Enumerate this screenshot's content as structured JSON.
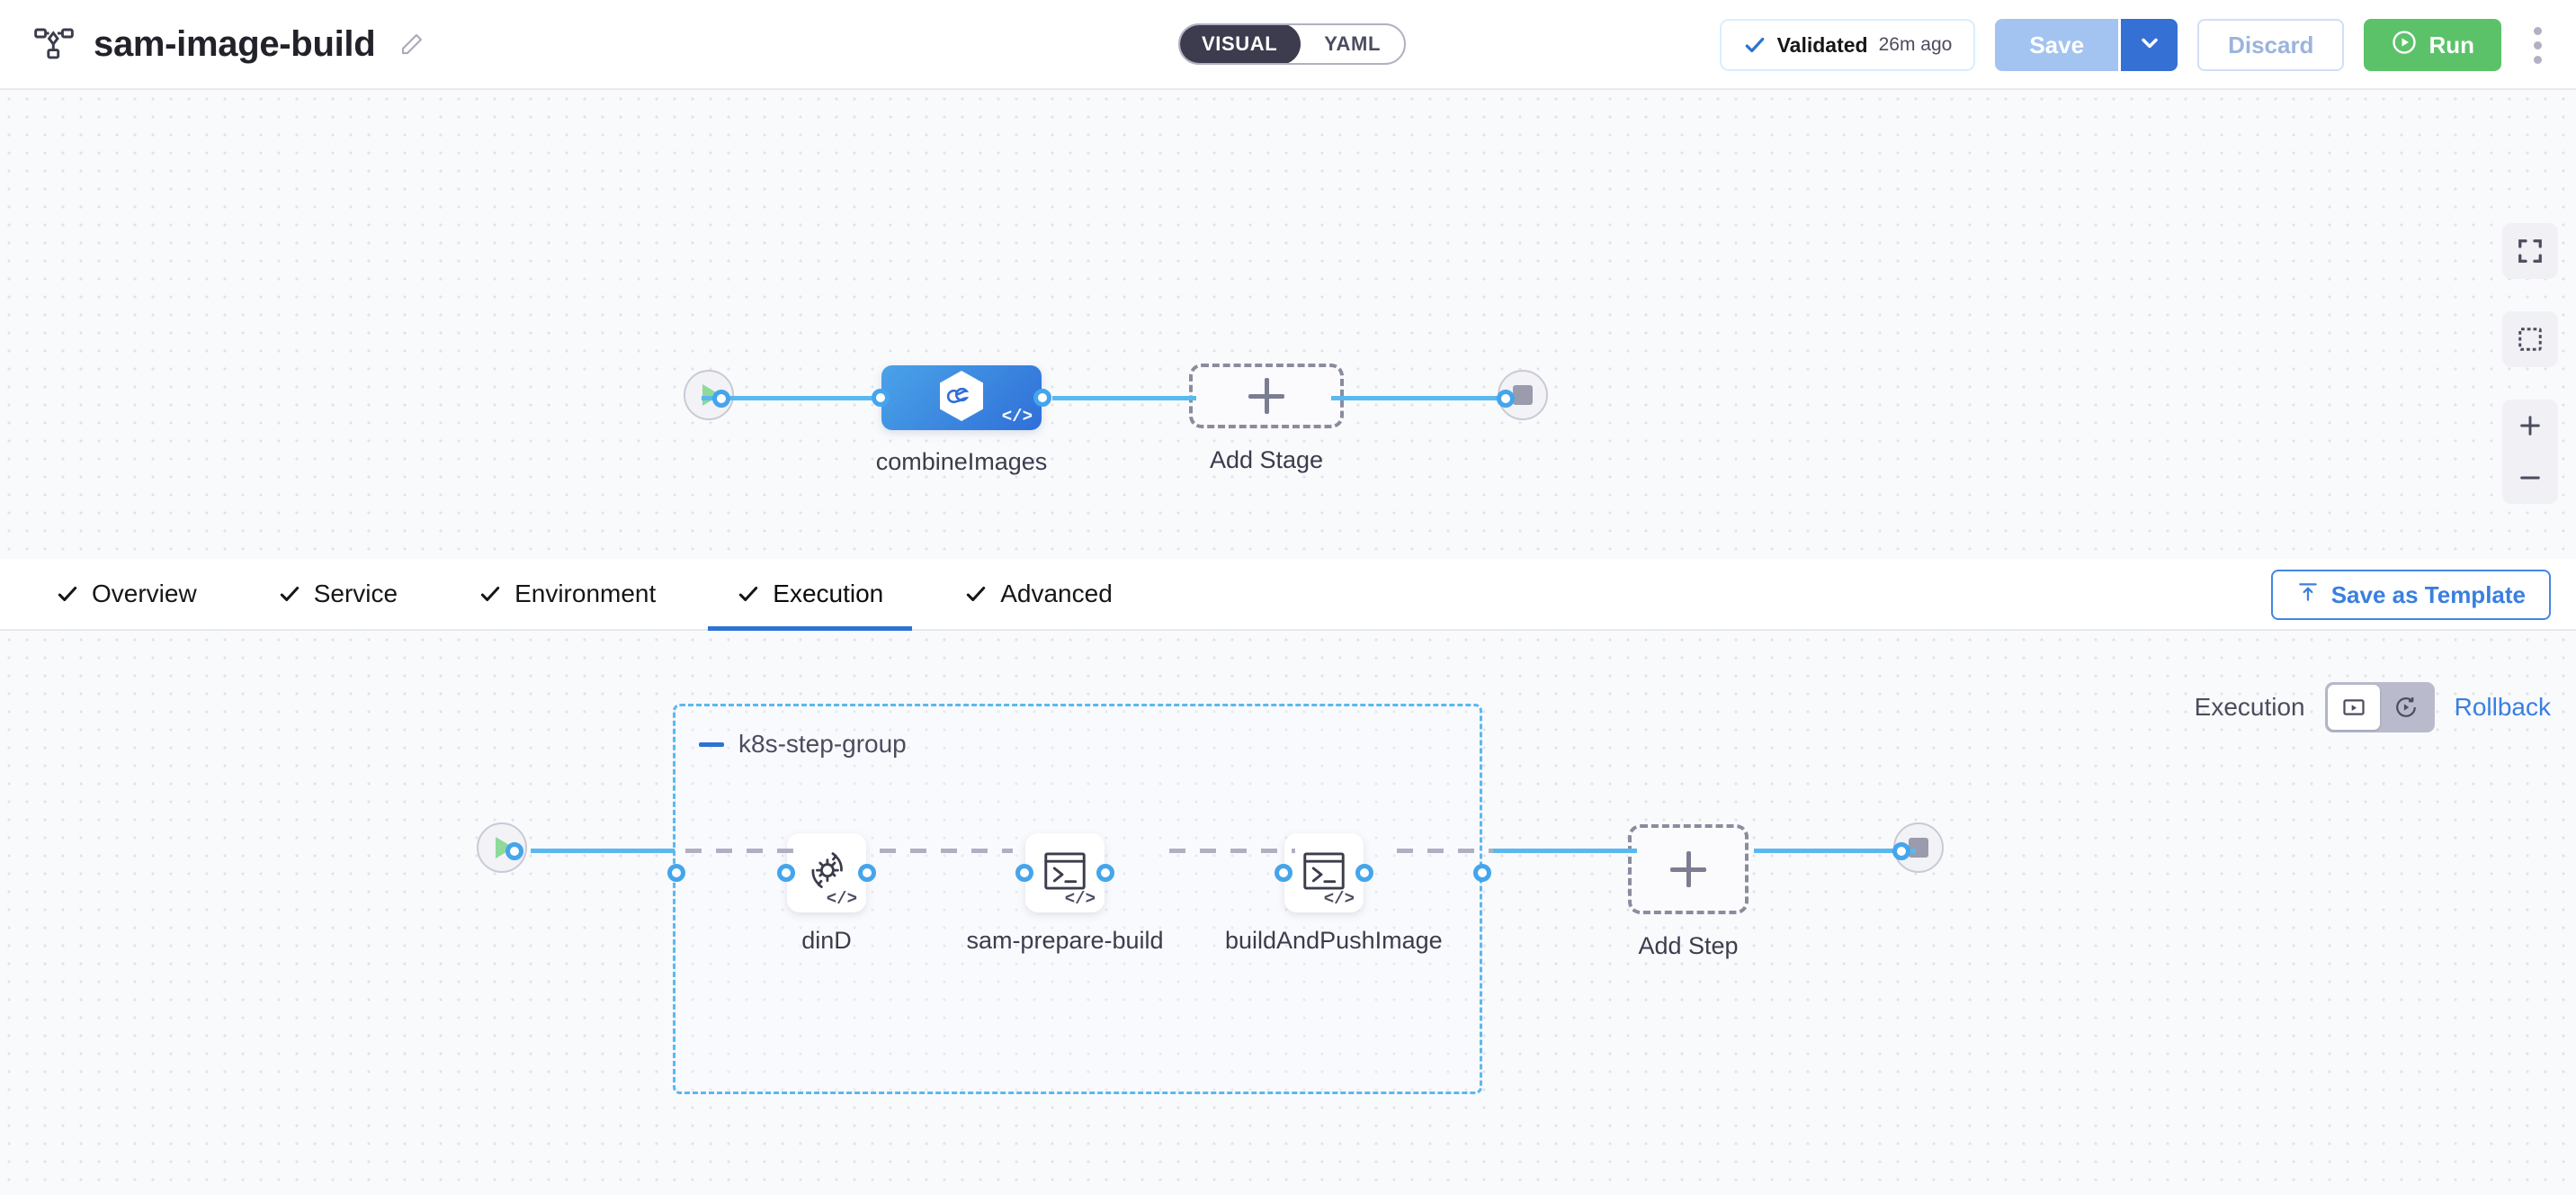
{
  "header": {
    "pipeline_icon": "pipeline-nodes-icon",
    "title": "sam-image-build",
    "edit_icon": "pencil-icon",
    "mode_toggle": {
      "options": [
        "VISUAL",
        "YAML"
      ],
      "selected": "VISUAL"
    },
    "validated": {
      "icon": "check-icon",
      "label": "Validated",
      "time": "26m ago"
    },
    "save_label": "Save",
    "save_caret_icon": "chevron-down-icon",
    "discard_label": "Discard",
    "run_label": "Run",
    "run_icon": "play-circle-icon",
    "more_icon": "kebab-menu-icon",
    "colors": {
      "accent_blue": "#2d73d2",
      "run_green": "#5cc26a",
      "save_disabled": "#a3c3f0"
    }
  },
  "stage_canvas": {
    "start_node": {
      "icon": "play-icon",
      "name": "pipeline-start"
    },
    "end_node": {
      "icon": "stop-icon",
      "name": "pipeline-end"
    },
    "stages": [
      {
        "label": "combineImages",
        "icon": "harness-hexagon-icon",
        "badge": "</>",
        "type": "ci-stage"
      }
    ],
    "add_stage": {
      "label": "Add Stage",
      "icon": "plus-icon"
    },
    "tools": {
      "fit_screen": "fit-screen-icon",
      "marquee_select": "marquee-select-icon",
      "zoom_in": "plus-icon",
      "zoom_out": "minus-icon"
    }
  },
  "tabs": {
    "items": [
      {
        "label": "Overview",
        "icon": "check-icon",
        "active": false
      },
      {
        "label": "Service",
        "icon": "check-icon",
        "active": false
      },
      {
        "label": "Environment",
        "icon": "check-icon",
        "active": false
      },
      {
        "label": "Execution",
        "icon": "check-icon",
        "active": true
      },
      {
        "label": "Advanced",
        "icon": "check-icon",
        "active": false
      }
    ],
    "save_as_template": {
      "label": "Save as Template",
      "icon": "upload-template-icon"
    }
  },
  "execution_panel": {
    "mode_label": "Execution",
    "rollback_label": "Rollback",
    "execution_icon": "execution-view-icon",
    "rollback_icon": "rollback-view-icon",
    "selected_mode": "Execution",
    "start_node": {
      "icon": "play-icon"
    },
    "end_node": {
      "icon": "stop-icon"
    },
    "step_group": {
      "title": "k8s-step-group",
      "collapse_icon": "minus-icon",
      "steps": [
        {
          "label": "dinD",
          "icon": "gear-rotate-icon",
          "badge": "</>"
        },
        {
          "label": "sam-prepare-build",
          "icon": "terminal-icon",
          "badge": "</>"
        },
        {
          "label": "buildAndPushImage",
          "icon": "terminal-icon",
          "badge": "</>"
        }
      ]
    },
    "add_step": {
      "label": "Add Step",
      "icon": "plus-icon"
    }
  }
}
